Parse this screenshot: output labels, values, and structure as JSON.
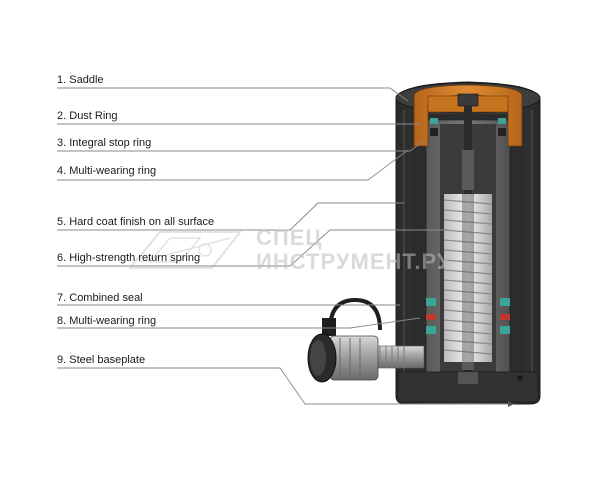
{
  "callouts": [
    {
      "number": "1.",
      "text": "Saddle"
    },
    {
      "number": "2.",
      "text": "Dust Ring"
    },
    {
      "number": "3.",
      "text": "Integral stop ring"
    },
    {
      "number": "4.",
      "text": "Multi-wearing ring"
    },
    {
      "number": "5.",
      "text": "Hard coat finish on all surface"
    },
    {
      "number": "6.",
      "text": "High-strength return spring"
    },
    {
      "number": "7.",
      "text": "Combined seal"
    },
    {
      "number": "8.",
      "text": "Multi-wearing ring"
    },
    {
      "number": "9.",
      "text": "Steel baseplate"
    }
  ],
  "watermark": {
    "line1": "СПЕЦ",
    "line2": "ИНСТРУМЕНТ.РУ"
  },
  "colors": {
    "cylinder_body": "#3a3a3a",
    "cylinder_dark": "#2b2b2b",
    "saddle": "#c8741e",
    "spring": "#d9d9d9",
    "seal": "#3aa39a",
    "wear_ring": "#c0392b",
    "line": "#888888"
  }
}
